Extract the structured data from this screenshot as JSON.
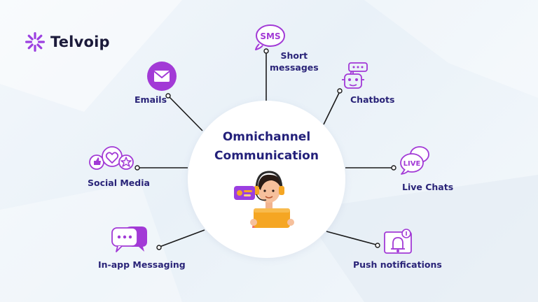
{
  "brand": {
    "name": "Telvoip"
  },
  "center": {
    "line1": "Omnichannel",
    "line2": "Communication"
  },
  "channels": {
    "sms": {
      "badge": "SMS",
      "line1": "Short",
      "line2": "messages",
      "icon": "sms-bubble-icon"
    },
    "emails": {
      "label": "Emails",
      "icon": "envelope-icon"
    },
    "chatbots": {
      "label": "Chatbots",
      "icon": "robot-icon"
    },
    "social": {
      "label": "Social Media",
      "icon": "social-reactions-icon"
    },
    "live": {
      "badge": "LIVE",
      "label": "Live Chats",
      "icon": "live-chat-icon"
    },
    "inapp": {
      "label": "In-app Messaging",
      "icon": "chat-bubbles-icon"
    },
    "push": {
      "label": "Push notifications",
      "icon": "bell-notification-icon"
    }
  },
  "colors": {
    "accent": "#a23ad6",
    "navy": "#23207a",
    "line": "#1b1b1b"
  }
}
